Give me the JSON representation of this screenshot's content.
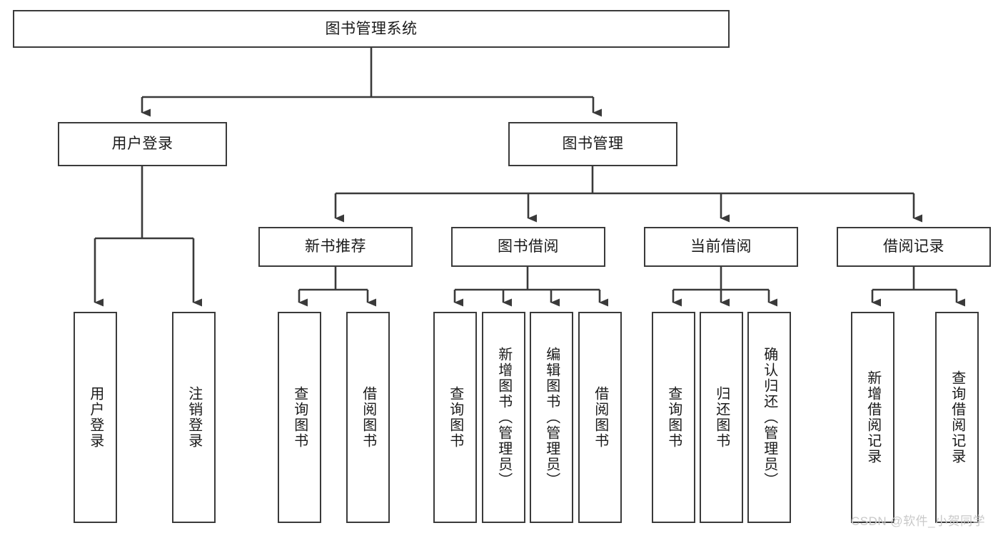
{
  "diagram": {
    "type": "hierarchy-tree",
    "title": "图书管理系统",
    "watermark": "CSDN @软件_小贺同学",
    "colors": {
      "box_border": "#3a3a3a",
      "box_fill": "#ffffff",
      "connector": "#3a3a3a",
      "text": "#1a1a1a",
      "watermark": "#c9c9c9"
    },
    "nodes": {
      "root": {
        "label": "图书管理系统"
      },
      "level2": [
        {
          "label": "用户登录"
        },
        {
          "label": "图书管理"
        }
      ],
      "level3": [
        {
          "label": "新书推荐"
        },
        {
          "label": "图书借阅"
        },
        {
          "label": "当前借阅"
        },
        {
          "label": "借阅记录"
        }
      ],
      "leaves": {
        "user_login": [
          {
            "label": "用户登录"
          },
          {
            "label": "注销登录"
          }
        ],
        "new_book_recommend": [
          {
            "label": "查询图书"
          },
          {
            "label": "借阅图书"
          }
        ],
        "book_borrow": [
          {
            "label": "查询图书"
          },
          {
            "label": "新增图书（管理员）"
          },
          {
            "label": "编辑图书（管理员）"
          },
          {
            "label": "借阅图书"
          }
        ],
        "current_borrow": [
          {
            "label": "查询图书"
          },
          {
            "label": "归还图书"
          },
          {
            "label": "确认归还（管理员）"
          }
        ],
        "borrow_record": [
          {
            "label": "新增借阅记录"
          },
          {
            "label": "查询借阅记录"
          }
        ]
      }
    }
  }
}
